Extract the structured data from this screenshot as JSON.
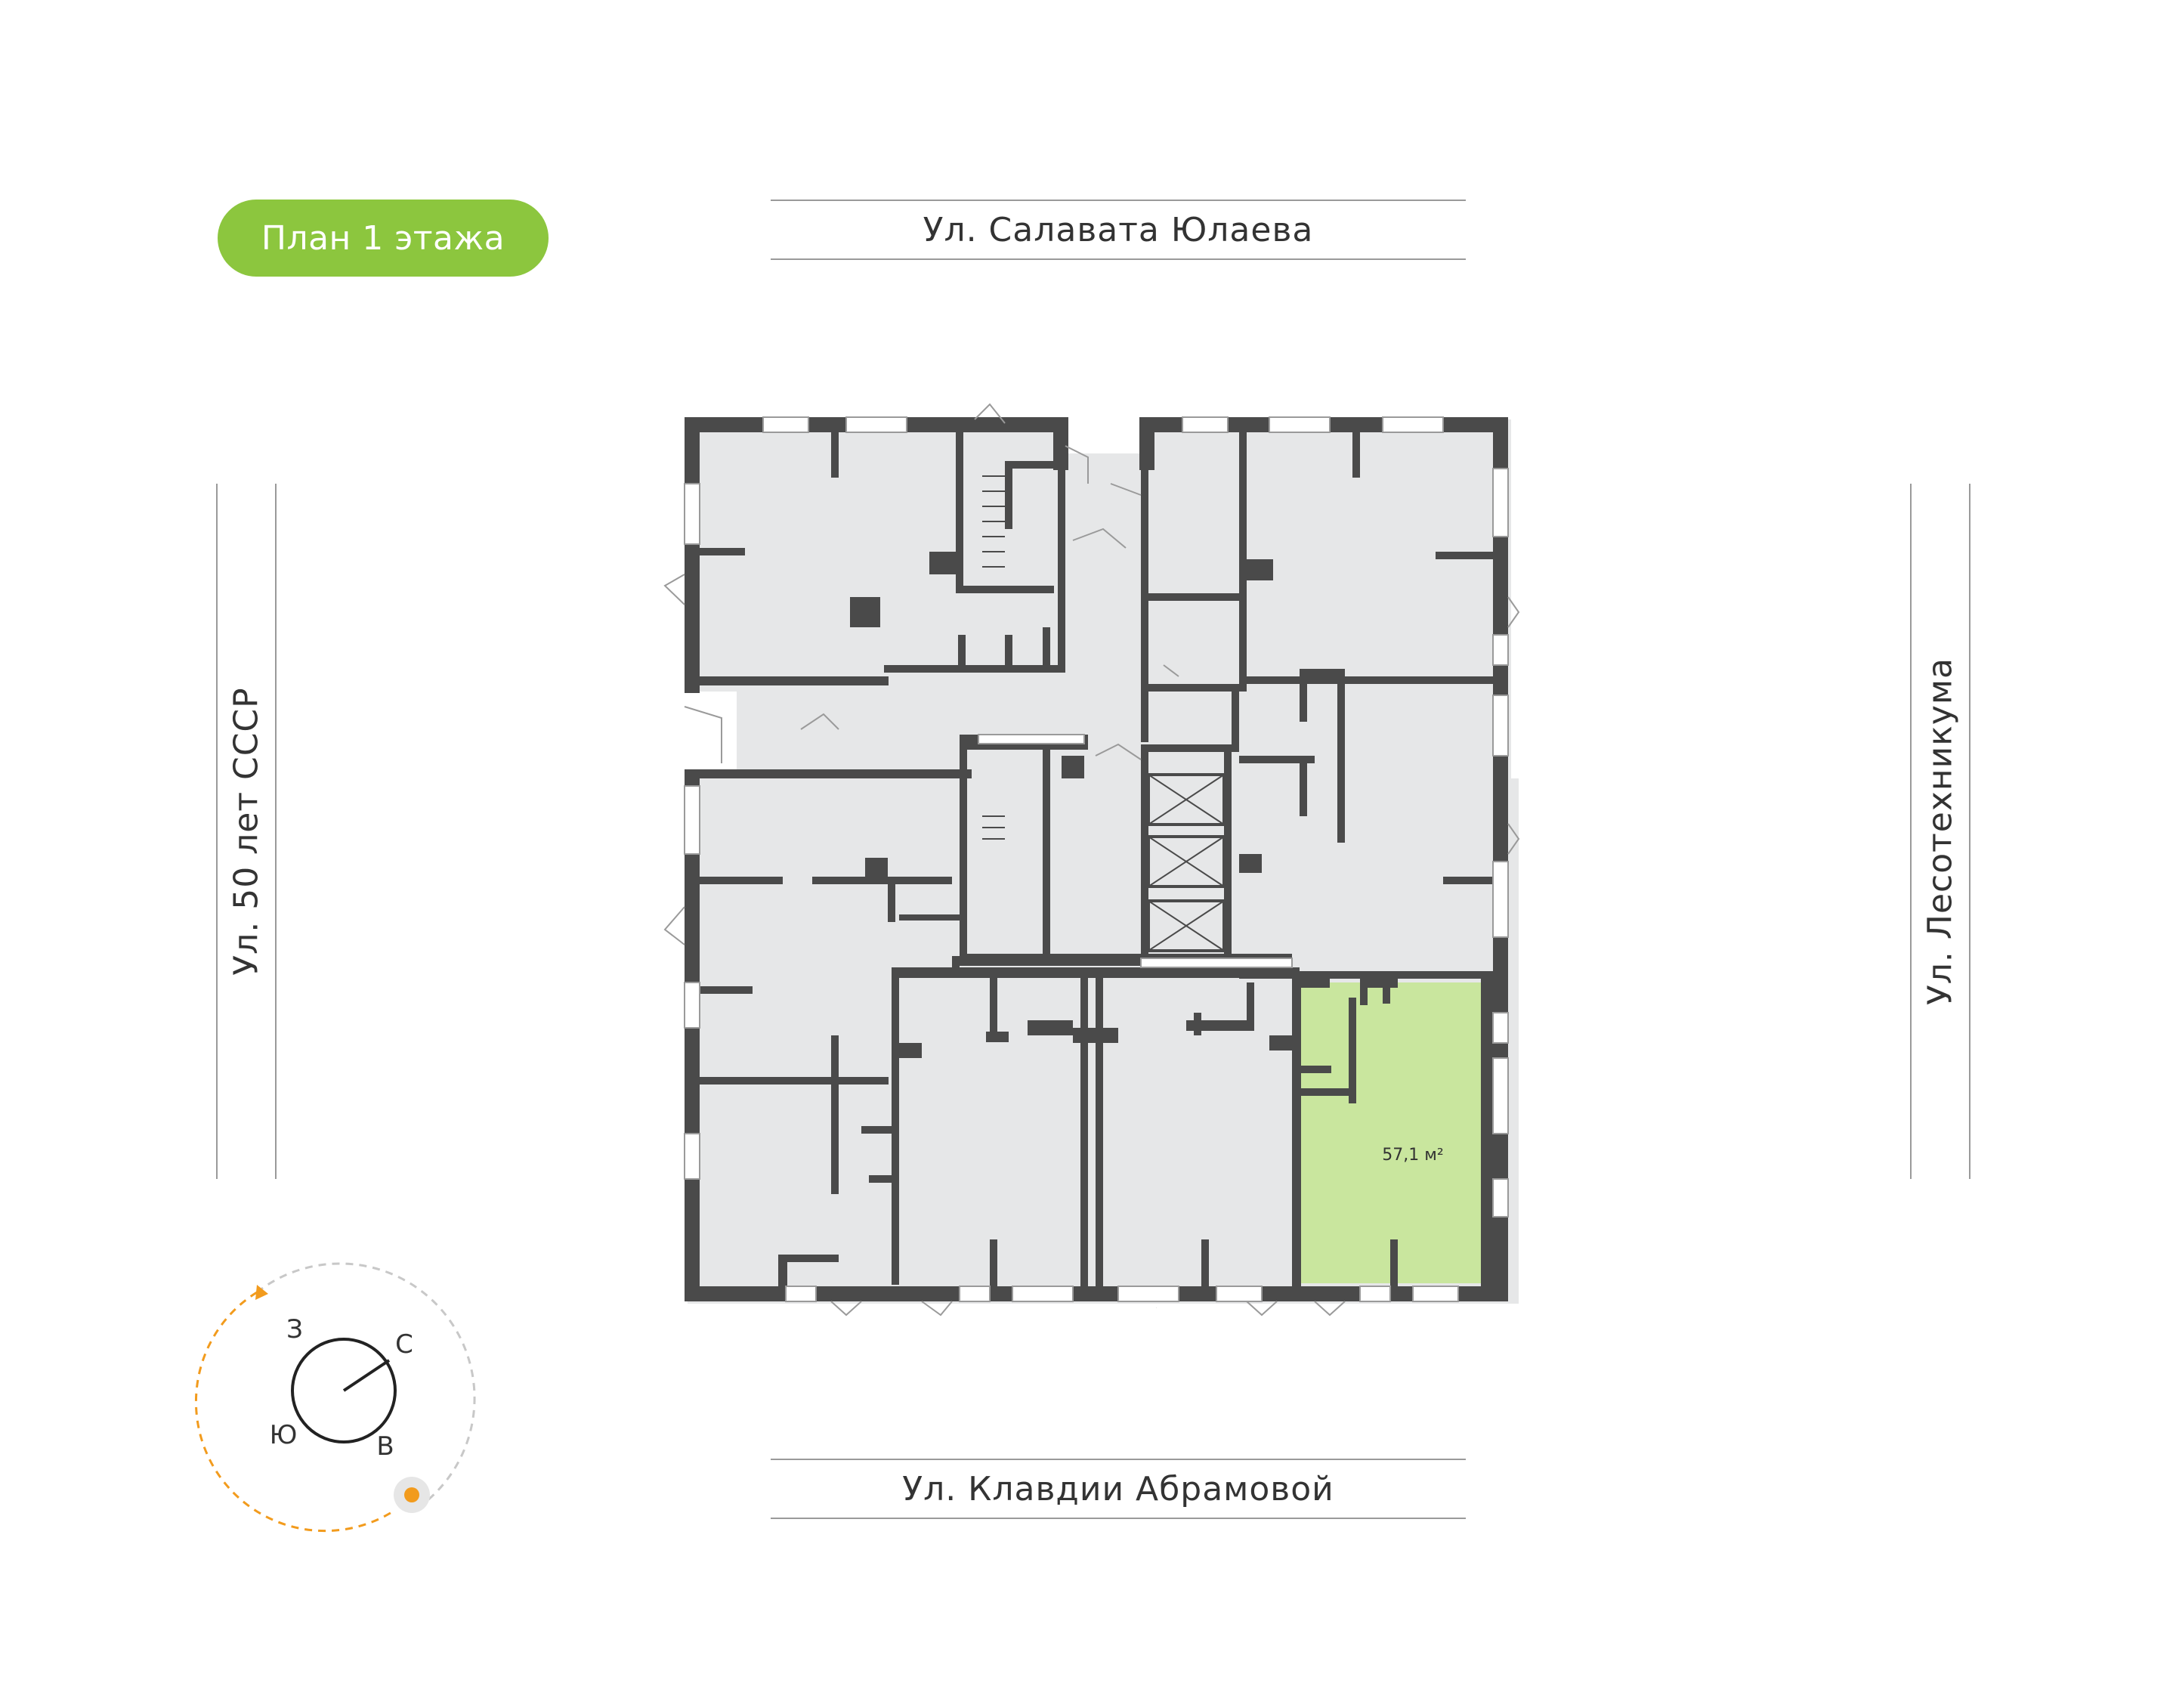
{
  "plan": {
    "title": "План 1 этажа",
    "accent_color": "#8cc63e",
    "highlight_color": "#c9e69e"
  },
  "streets": {
    "north": "Ул. Салавата Юлаева",
    "south": "Ул. Клавдии Абрамовой",
    "west": "Ул. 50 лет СССР",
    "east": "Ул. Лесотехникума"
  },
  "unit": {
    "area": "57,1 м²"
  },
  "compass": {
    "north": "С",
    "south": "Ю",
    "east": "В",
    "west": "З",
    "sun_icon": "sun-icon",
    "path_color": "#f29b1d"
  }
}
